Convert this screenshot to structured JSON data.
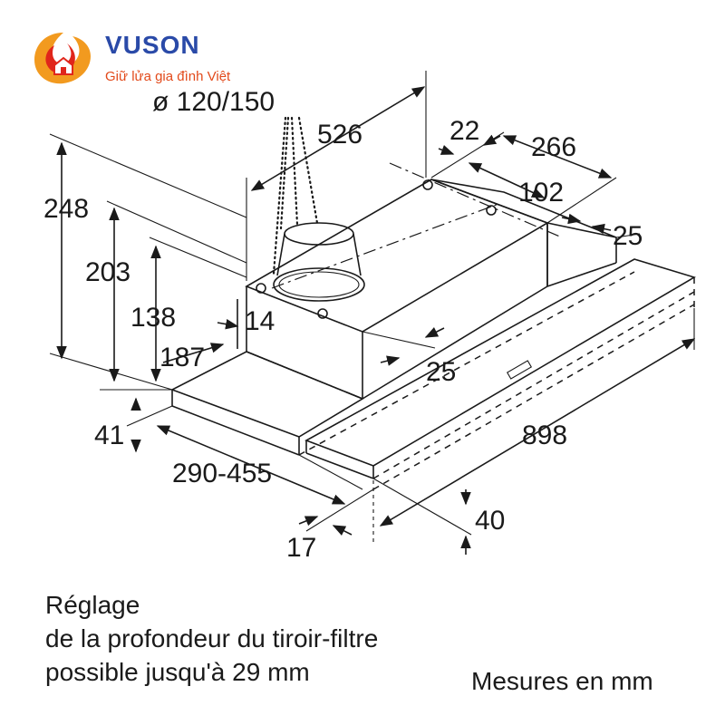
{
  "brand": {
    "name": "VUSON",
    "tagline": "Giữ lửa gia đình Việt"
  },
  "dimensions": {
    "duct_diameter": "ø 120/150",
    "d526": "526",
    "d22": "22",
    "d266": "266",
    "d102": "102",
    "d25_right": "25",
    "d248": "248",
    "d203": "203",
    "d138": "138",
    "d14": "14",
    "d187": "187",
    "d25_front": "25",
    "d41": "41",
    "d290_455": "290-455",
    "d898": "898",
    "d40": "40",
    "d17": "17"
  },
  "notes": {
    "line1": "Réglage",
    "line2": "de la profondeur du tiroir-filtre",
    "line3": "possible jusqu'à 29 mm",
    "units": "Mesures en mm"
  },
  "colors": {
    "line": "#1a1a1a",
    "logo_orange": "#f29a1f",
    "logo_red": "#e0261b",
    "logo_blue": "#2a4aa8"
  }
}
